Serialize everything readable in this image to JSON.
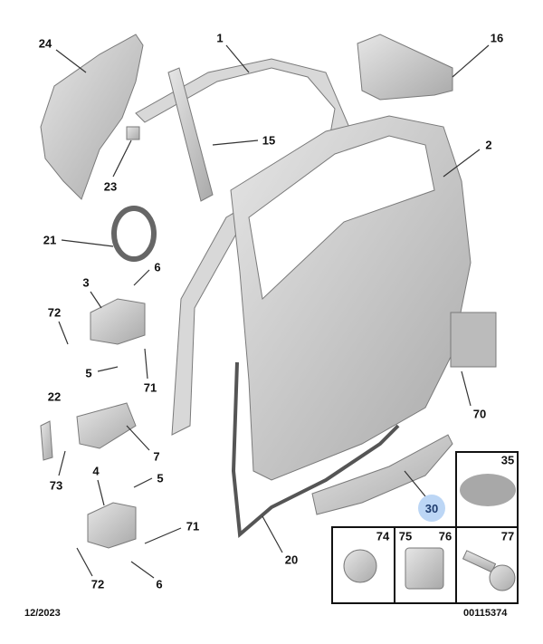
{
  "diagram": {
    "callouts": [
      {
        "id": "c24",
        "text": "24"
      },
      {
        "id": "c1",
        "text": "1"
      },
      {
        "id": "c16",
        "text": "16"
      },
      {
        "id": "c15",
        "text": "15"
      },
      {
        "id": "c2",
        "text": "2"
      },
      {
        "id": "c23",
        "text": "23"
      },
      {
        "id": "c21",
        "text": "21"
      },
      {
        "id": "c6a",
        "text": "6"
      },
      {
        "id": "c3",
        "text": "3"
      },
      {
        "id": "c72a",
        "text": "72"
      },
      {
        "id": "c5a",
        "text": "5"
      },
      {
        "id": "c71a",
        "text": "71"
      },
      {
        "id": "c22",
        "text": "22"
      },
      {
        "id": "c70",
        "text": "70"
      },
      {
        "id": "c7",
        "text": "7"
      },
      {
        "id": "c73",
        "text": "73"
      },
      {
        "id": "c4",
        "text": "4"
      },
      {
        "id": "c5b",
        "text": "5"
      },
      {
        "id": "c35",
        "text": "35"
      },
      {
        "id": "c30",
        "text": "30"
      },
      {
        "id": "c71b",
        "text": "71"
      },
      {
        "id": "c20",
        "text": "20"
      },
      {
        "id": "c72b",
        "text": "72"
      },
      {
        "id": "c6b",
        "text": "6"
      },
      {
        "id": "c74",
        "text": "74"
      },
      {
        "id": "c75",
        "text": "75"
      },
      {
        "id": "c76",
        "text": "76"
      },
      {
        "id": "c77",
        "text": "77"
      }
    ],
    "highlighted_part": "30",
    "date": "12/2023",
    "reference": "00115374",
    "colors": {
      "part": "#c9c9c9",
      "edge": "#8a8a8a",
      "highlight": "#bcd6f5"
    }
  }
}
